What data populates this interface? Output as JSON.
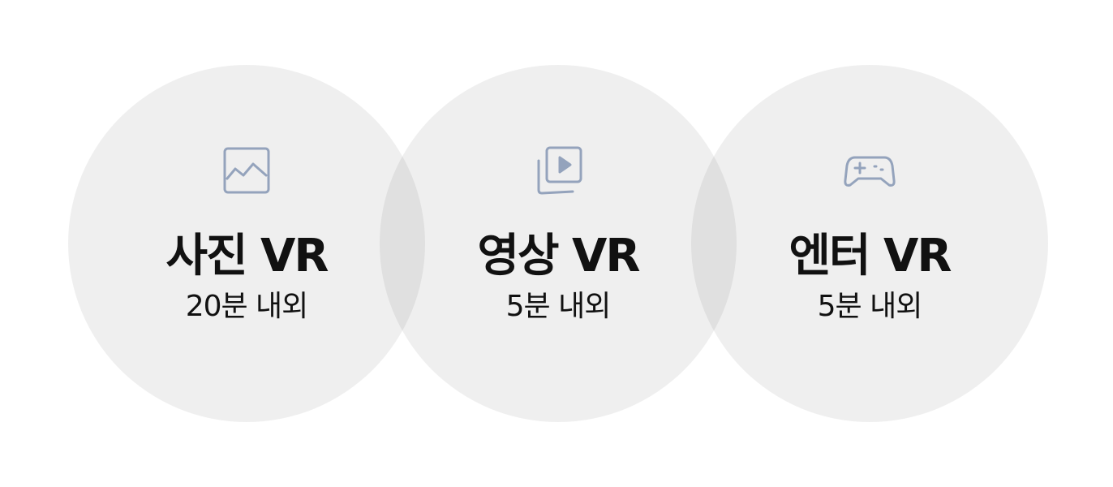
{
  "accent_color": "#94a3bc",
  "circle_color": "#efefef",
  "cards": [
    {
      "icon": "image-icon",
      "title": "사진 VR",
      "duration": "20분 내외"
    },
    {
      "icon": "video-gallery-icon",
      "title": "영상 VR",
      "duration": "5분 내외"
    },
    {
      "icon": "gamepad-icon",
      "title": "엔터 VR",
      "duration": "5분 내외"
    }
  ]
}
